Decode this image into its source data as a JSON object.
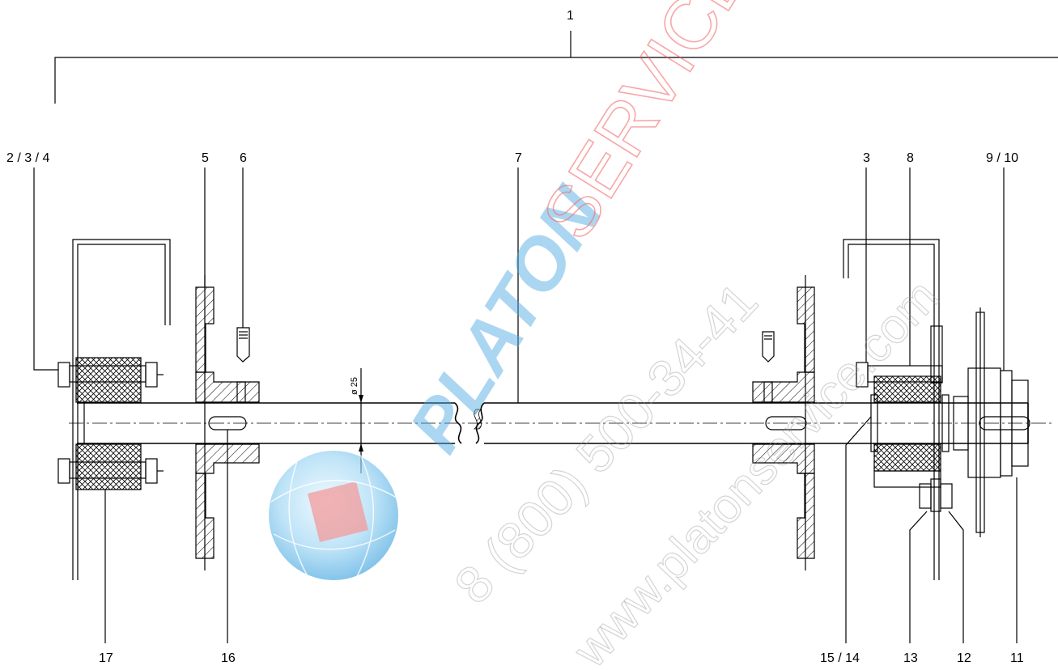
{
  "callouts": {
    "c1": "1",
    "c2_3_4": "2 / 3 / 4",
    "c5": "5",
    "c6": "6",
    "c7": "7",
    "c3": "3",
    "c8": "8",
    "c9_10": "9 / 10",
    "c17": "17",
    "c16": "16",
    "c15_14": "15 / 14",
    "c13": "13",
    "c12": "12",
    "c11": "11"
  },
  "dimension": {
    "diameter": "ø 25"
  },
  "watermark": {
    "brand_part1": "PLATON",
    "brand_part2": "SERVICE",
    "phone": "8 (800) 500-34-41",
    "url": "www.platonservice.com",
    "brand_color_blue": "#4aa8e0",
    "brand_color_red": "#f05050"
  }
}
